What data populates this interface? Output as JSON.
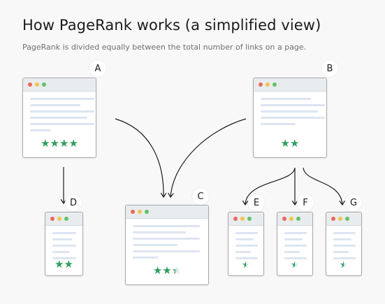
{
  "heading": {
    "title": "How PageRank works (a simplified view)",
    "subtitle": "PageRank is divided equally between the total number of links on a page."
  },
  "pages": [
    {
      "id": "A",
      "label": "A",
      "rating": 4,
      "colors": {
        "star": "#2f9e5e"
      }
    },
    {
      "id": "B",
      "label": "B",
      "rating": 2
    },
    {
      "id": "C",
      "label": "C",
      "rating": 2.5
    },
    {
      "id": "D",
      "label": "D",
      "rating": 2
    },
    {
      "id": "E",
      "label": "E",
      "rating": 0.67
    },
    {
      "id": "F",
      "label": "F",
      "rating": 0.67
    },
    {
      "id": "G",
      "label": "G",
      "rating": 0.67
    }
  ],
  "links": [
    {
      "from": "A",
      "to": "D"
    },
    {
      "from": "A",
      "to": "C"
    },
    {
      "from": "B",
      "to": "C"
    },
    {
      "from": "B",
      "to": "E"
    },
    {
      "from": "B",
      "to": "F"
    },
    {
      "from": "B",
      "to": "G"
    }
  ],
  "colors": {
    "star": "#2f9e5e",
    "arrow": "#1b1b1b",
    "window_border": "#a9a9a9",
    "title_bar": "#e9ecef"
  }
}
